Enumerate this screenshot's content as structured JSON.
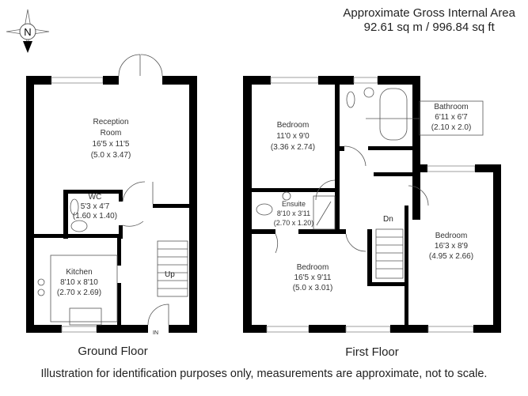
{
  "header": {
    "title": "Approximate Gross Internal Area",
    "area": "92.61 sq m / 996.84 sq ft"
  },
  "compass": {
    "label": "N"
  },
  "ground_floor": {
    "label": "Ground Floor",
    "rooms": [
      {
        "name": "Reception Room",
        "line1": "Reception",
        "line2": "Room",
        "imperial": "16'5 x 11'5",
        "metric": "(5.0 x 3.47)"
      },
      {
        "name": "WC",
        "imperial": "5'3 x 4'7",
        "metric": "(1.60 x 1.40)"
      },
      {
        "name": "Kitchen",
        "imperial": "8'10 x 8'10",
        "metric": "(2.70 x 2.69)"
      }
    ],
    "stairs_label": "Up",
    "entrance_label": "IN"
  },
  "first_floor": {
    "label": "First Floor",
    "rooms": [
      {
        "name": "Bedroom",
        "imperial": "11'0 x 9'0",
        "metric": "(3.36 x 2.74)"
      },
      {
        "name": "Bathroom",
        "imperial": "6'11 x 6'7",
        "metric": "(2.10 x 2.0)"
      },
      {
        "name": "Ensuite",
        "imperial": "8'10 x 3'11",
        "metric": "(2.70 x 1.20)"
      },
      {
        "name": "Bedroom",
        "imperial": "16'5 x 9'11",
        "metric": "(5.0 x 3.01)"
      },
      {
        "name": "Bedroom",
        "imperial": "16'3 x 8'9",
        "metric": "(4.95 x 2.66)"
      }
    ],
    "stairs_label": "Dn"
  },
  "disclaimer": "Illustration for identification purposes only, measurements are approximate, not to scale."
}
